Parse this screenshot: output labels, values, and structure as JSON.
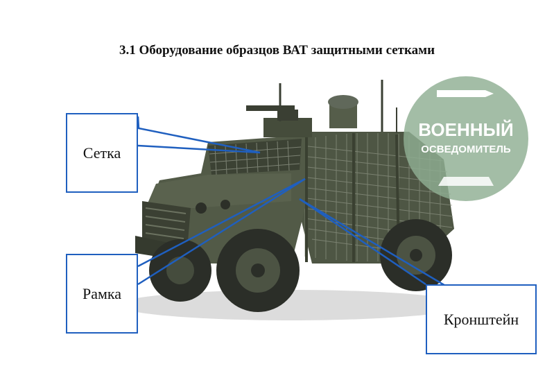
{
  "heading": "3.1 Оборудование образцов ВАТ защитными сетками",
  "callouts": {
    "setka": "Сетка",
    "ramka": "Рамка",
    "kronshtein": "Кронштейн"
  },
  "watermark": {
    "line1": "ВОЕННЫЙ",
    "line2": "ОСВЕДОМИТЕЛЬ"
  },
  "colors": {
    "callout_border": "#1f5fbf",
    "vehicle_body": "#4a5240",
    "watermark_green": "#8fae93"
  }
}
